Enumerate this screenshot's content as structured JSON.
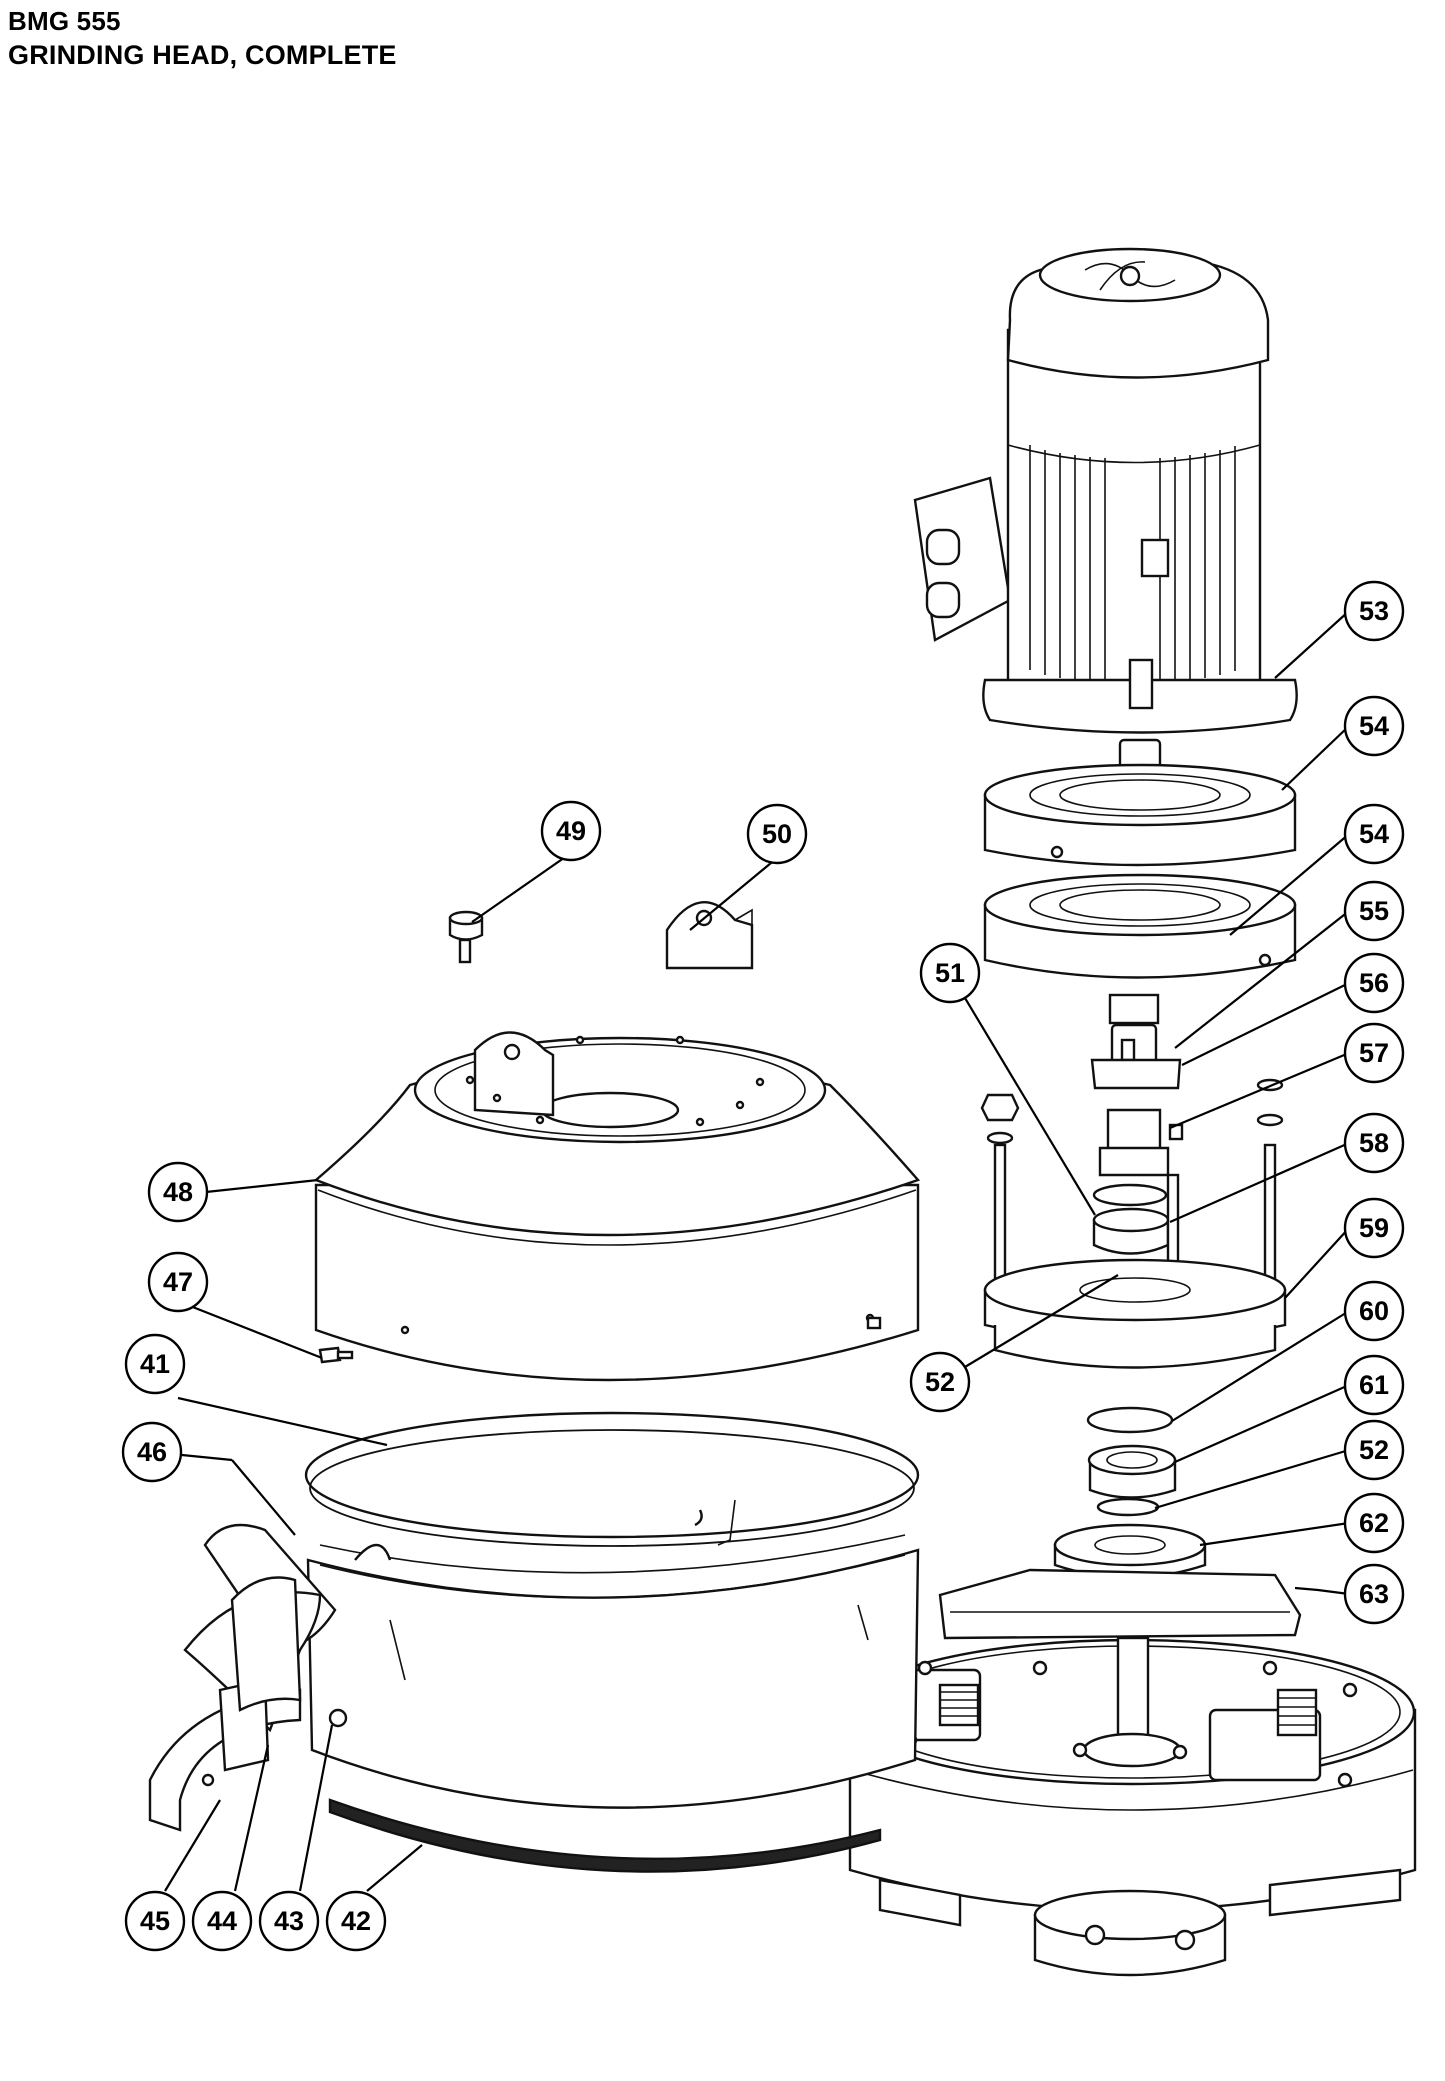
{
  "header": {
    "model": "BMG 555",
    "title": "GRINDING HEAD, COMPLETE"
  },
  "callouts": [
    {
      "label": "53"
    },
    {
      "label": "54"
    },
    {
      "label": "54"
    },
    {
      "label": "55"
    },
    {
      "label": "56"
    },
    {
      "label": "57"
    },
    {
      "label": "58"
    },
    {
      "label": "59"
    },
    {
      "label": "60"
    },
    {
      "label": "61"
    },
    {
      "label": "52"
    },
    {
      "label": "62"
    },
    {
      "label": "63"
    },
    {
      "label": "49"
    },
    {
      "label": "50"
    },
    {
      "label": "51"
    },
    {
      "label": "48"
    },
    {
      "label": "47"
    },
    {
      "label": "52"
    },
    {
      "label": "41"
    },
    {
      "label": "46"
    },
    {
      "label": "45"
    },
    {
      "label": "44"
    },
    {
      "label": "43"
    },
    {
      "label": "42"
    }
  ]
}
